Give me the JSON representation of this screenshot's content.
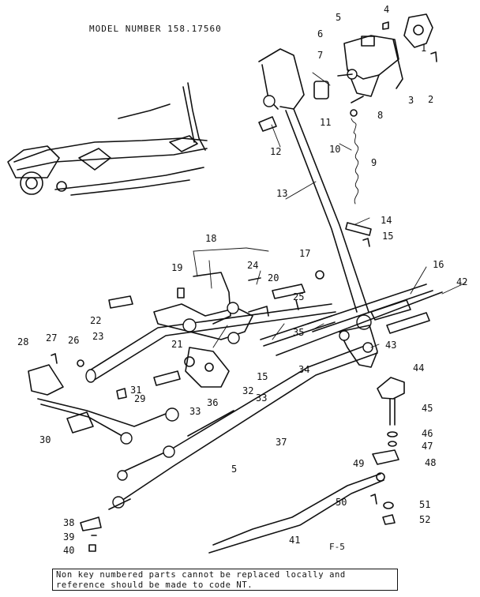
{
  "title": "MODEL NUMBER  158.17560",
  "figure_label": "F-5",
  "note": "Non key numbered parts cannot be replaced locally and reference should be made to code NT.",
  "callouts": [
    "1",
    "2",
    "3",
    "4",
    "5",
    "6",
    "7",
    "8",
    "9",
    "10",
    "11",
    "12",
    "13",
    "14",
    "15",
    "16",
    "17",
    "18",
    "19",
    "20",
    "21",
    "22",
    "23",
    "24",
    "25",
    "26",
    "27",
    "28",
    "29",
    "30",
    "31",
    "32",
    "33",
    "33",
    "34",
    "35",
    "36",
    "37",
    "38",
    "39",
    "40",
    "41",
    "42",
    "43",
    "44",
    "45",
    "46",
    "47",
    "48",
    "49",
    "50",
    "51",
    "52",
    "15",
    "5"
  ]
}
